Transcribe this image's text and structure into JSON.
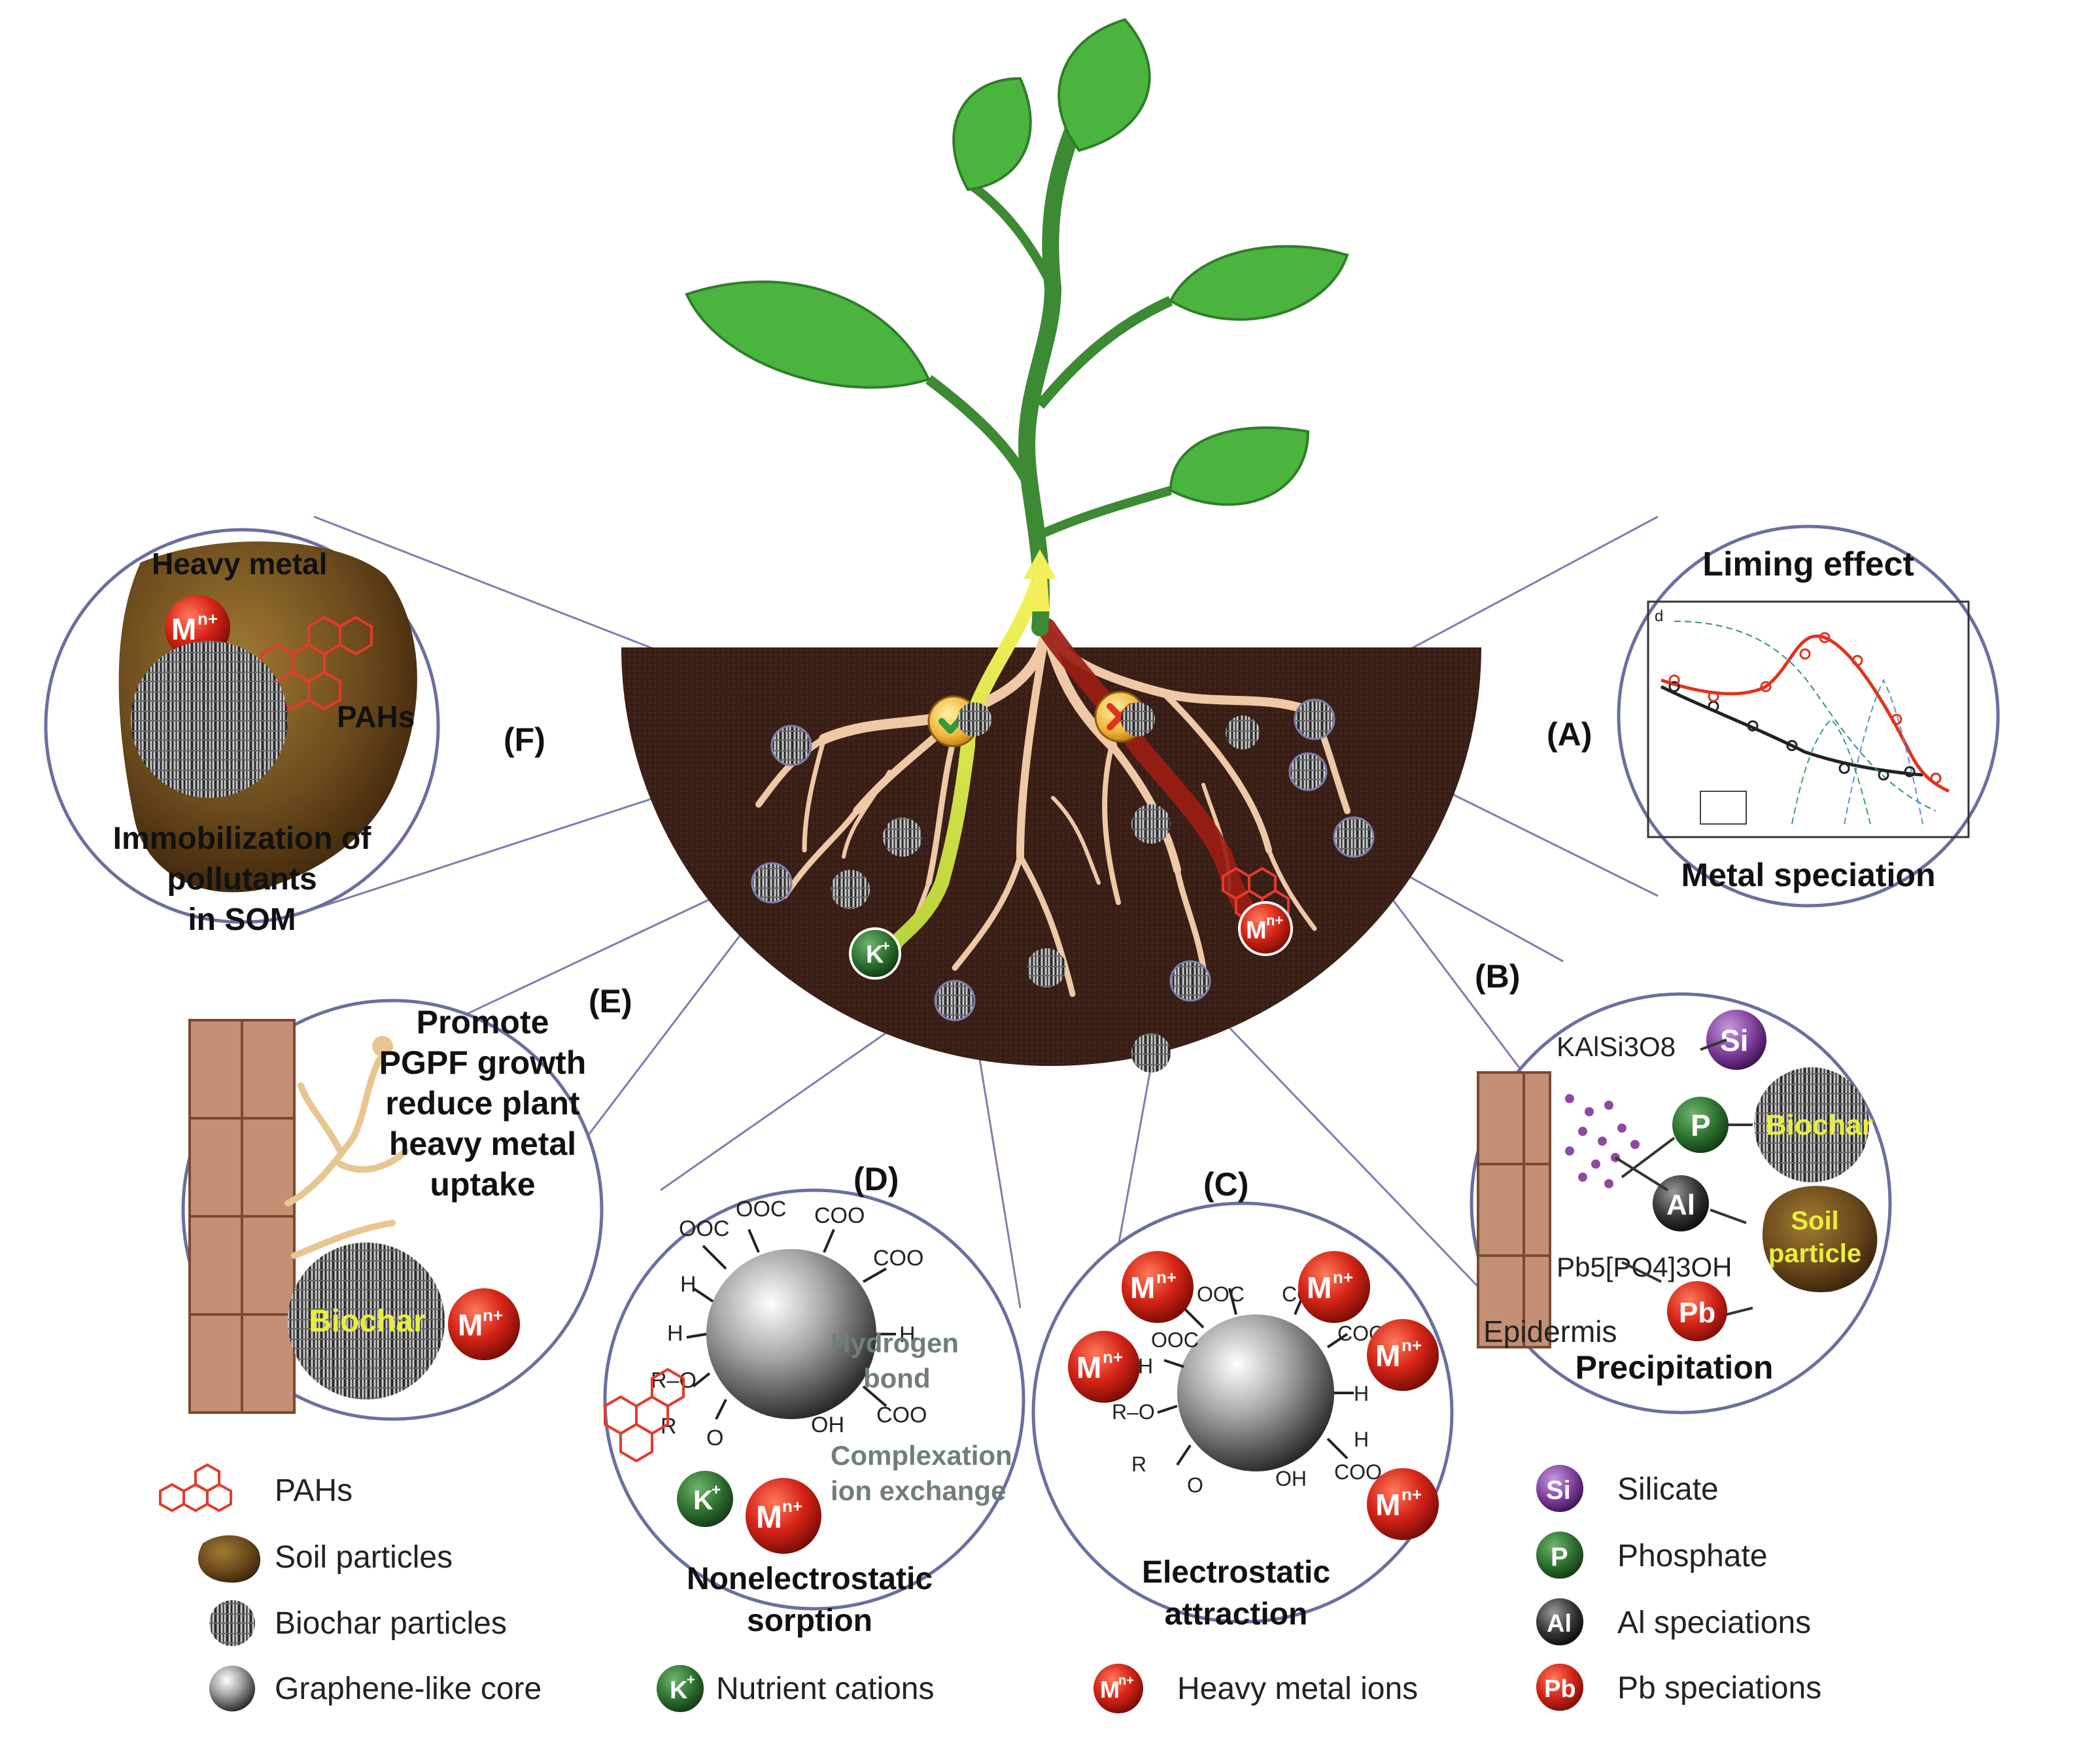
{
  "panels": {
    "A": {
      "tag": "(A)",
      "title": "Liming effect",
      "subtitle": "Metal speciation",
      "plot_corner": "d"
    },
    "B": {
      "tag": "(B)",
      "formula_top": "KAlSi3O8",
      "formula_bottom": "Pb5[PO4]3OH",
      "epidermis": "Epidermis",
      "title": "Precipitation",
      "biochar": "Biochar",
      "soil_line1": "Soil",
      "soil_line2": "particle"
    },
    "C": {
      "tag": "(C)",
      "title_line1": "Electrostatic",
      "title_line2": "attraction"
    },
    "D": {
      "tag": "(D)",
      "title_line1": "Nonelectrostatic",
      "title_line2": "sorption",
      "hbond_line1": "Hydrogen",
      "hbond_line2": "bond",
      "complex_line1": "Complexation",
      "complex_line2": "ion exchange"
    },
    "E": {
      "tag": "(E)",
      "text_lines": [
        "Promote",
        "PGPF growth",
        "reduce plant",
        "heavy metal",
        "uptake"
      ],
      "biochar": "Biochar"
    },
    "F": {
      "tag": "(F)",
      "heavy_metal": "Heavy metal",
      "pahs": "PAHs",
      "text_lines": [
        "Immobilization of",
        "pollutants",
        "in SOM"
      ]
    }
  },
  "ions": {
    "metal": "M",
    "metal_sup": "n+",
    "potassium": "K",
    "potassium_sup": "+",
    "si": "Si",
    "p": "P",
    "al": "Al",
    "pb": "Pb"
  },
  "groups": {
    "cooh": "COO",
    "ooc": "OOC",
    "h": "H",
    "oh": "OH",
    "ro": "R–O",
    "r": "R",
    "o": "O"
  },
  "legend_left": [
    {
      "icon": "pahs",
      "label": "PAHs"
    },
    {
      "icon": "soil",
      "label": "Soil particles"
    },
    {
      "icon": "biochar",
      "label": "Biochar particles"
    },
    {
      "icon": "graphene",
      "label": "Graphene-like core"
    }
  ],
  "legend_mid": [
    {
      "icon": "potassium",
      "label": "Nutrient cations"
    },
    {
      "icon": "metal",
      "label": "Heavy metal ions"
    }
  ],
  "legend_right": [
    {
      "icon": "si",
      "label": "Silicate"
    },
    {
      "icon": "p",
      "label": "Phosphate"
    },
    {
      "icon": "al",
      "label": "Al speciations"
    },
    {
      "icon": "pb",
      "label": "Pb speciations"
    }
  ],
  "colors": {
    "leaf": "#4bb43f",
    "stem": "#3c8a33",
    "soil": "#3a1f17",
    "root": "#efc8a6",
    "metal": "#d52417",
    "potassium": "#2c6e2e",
    "si": "#7d3c98",
    "p": "#2a6d2c",
    "al": "#2f2f2f",
    "pb": "#c21f16",
    "ring": "#6a6fa0"
  }
}
